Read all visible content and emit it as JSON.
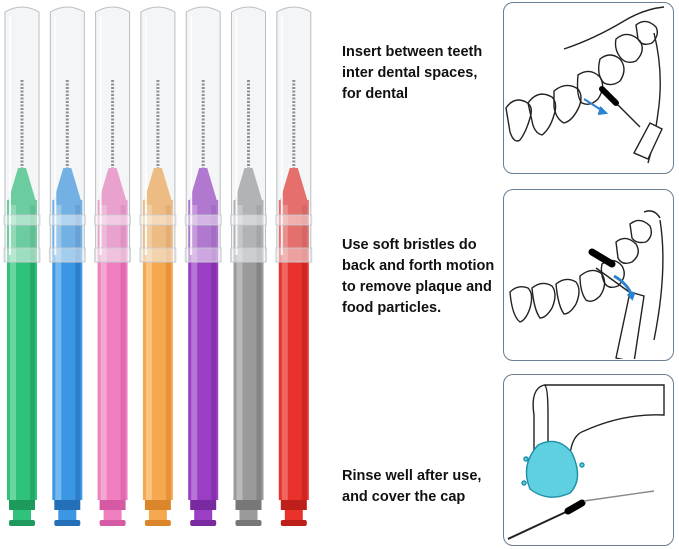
{
  "brushes": [
    {
      "color": "#2fc27a",
      "dark": "#1e9a5c",
      "light": "#7fe0ad"
    },
    {
      "color": "#3b97e3",
      "dark": "#2470b8",
      "light": "#8cc6f2"
    },
    {
      "color": "#f07fc0",
      "dark": "#d65aa3",
      "light": "#f8b7dc"
    },
    {
      "color": "#f6a84e",
      "dark": "#dc862c",
      "light": "#fbcf98"
    },
    {
      "color": "#9a3fc4",
      "dark": "#7a2aa1",
      "light": "#c48ade"
    },
    {
      "color": "#9a9a9a",
      "dark": "#777777",
      "light": "#c6c6c6"
    },
    {
      "color": "#e8322b",
      "dark": "#bd1f1a",
      "light": "#f27b76"
    }
  ],
  "steps": [
    {
      "lines": [
        "Insert between teeth",
        "inter dental spaces,",
        "for dental"
      ],
      "icon": "tooth-insert-illustration"
    },
    {
      "lines": [
        "Use soft bristles do",
        "back and forth motion",
        "to remove plaque and",
        "food particles."
      ],
      "icon": "brushing-motion-illustration"
    },
    {
      "lines": [
        "Rinse well after use,",
        "and cover the cap"
      ],
      "icon": "rinse-under-tap-illustration"
    }
  ],
  "colors": {
    "panel_border": "#6a7f93",
    "arrow": "#2a82d0",
    "water": "#5fd0e0"
  }
}
